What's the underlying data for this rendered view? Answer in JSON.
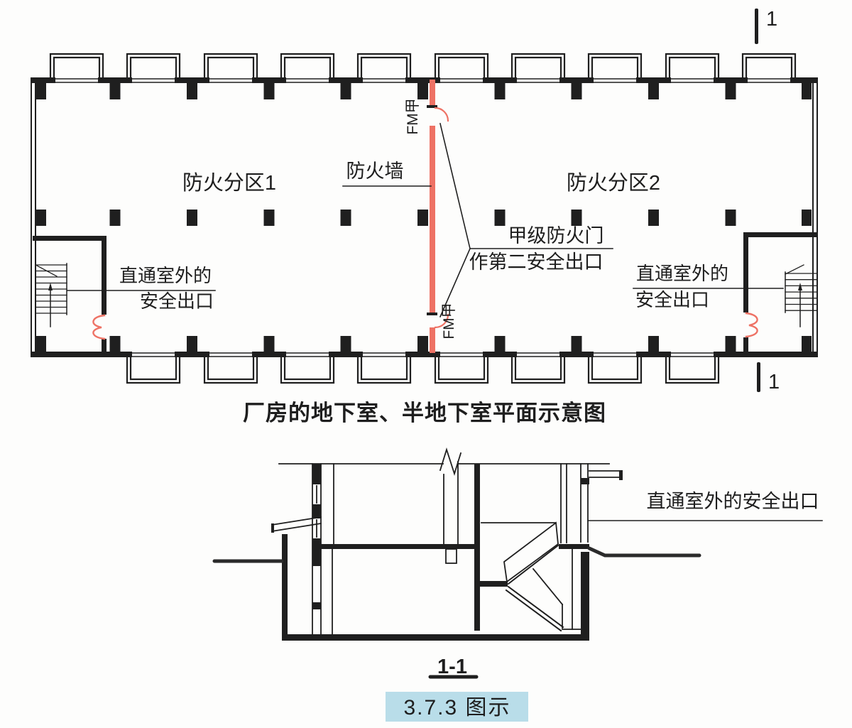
{
  "colors": {
    "firewall_red": "#ee7265",
    "badge_blue": "#b9dde9",
    "line_dark": "#1f1f1f"
  },
  "plan": {
    "zone1_label": "防火分区1",
    "zone2_label": "防火分区2",
    "firewall_label": "防火墙",
    "fire_door_top_label": "FM甲",
    "fire_door_bottom_label": "FM甲",
    "second_exit_line1": "甲级防火门",
    "second_exit_line2": "作第二安全出口",
    "left_exit_line1": "直通室外的",
    "left_exit_line2": "安全出口",
    "right_exit_line1": "直通室外的",
    "right_exit_line2": "安全出口",
    "caption": "厂房的地下室、半地下室平面示意图",
    "section_marker_top": "1",
    "section_marker_bottom": "1"
  },
  "section": {
    "exit_label": "直通室外的安全出口",
    "caption": "1-1"
  },
  "badge": {
    "text": "3.7.3 图示"
  }
}
